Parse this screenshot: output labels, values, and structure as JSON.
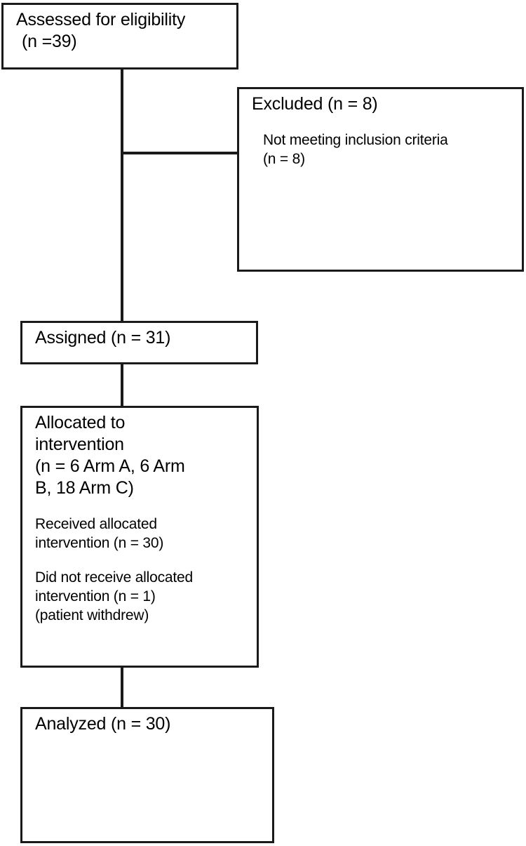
{
  "diagram": {
    "type": "consort-flow-diagram",
    "background_color": "#ffffff",
    "line_color": "#1a1a1a",
    "text_color": "#000000"
  },
  "nodes": {
    "assessed": {
      "name": "Assessed for eligibility",
      "line1": "Assessed for eligibility",
      "line2": "(n =39)",
      "count": 39
    },
    "excluded": {
      "name": "Excluded",
      "header": "Excluded (n = 8)",
      "count": 8,
      "reason_line1": "Not meeting inclusion criteria",
      "reason_line2": "(n = 8)",
      "reason_count": 8
    },
    "assigned": {
      "name": "Assigned",
      "header": "Assigned (n = 31)",
      "count": 31
    },
    "allocated": {
      "name": "Allocated to intervention",
      "header_line1": "Allocated to",
      "header_line2": "intervention",
      "header_line3": "(n = 6 Arm A, 6 Arm",
      "header_line4": "B, 18 Arm C)",
      "arms": [
        {
          "label": "Arm A",
          "n": 6
        },
        {
          "label": "Arm B",
          "n": 6
        },
        {
          "label": "Arm C",
          "n": 18
        }
      ],
      "received_line1": "Received allocated",
      "received_line2": "intervention (n = 30)",
      "received_count": 30,
      "not_received_line1": "Did not receive allocated",
      "not_received_line2": "intervention (n = 1)",
      "not_received_line3": "(patient withdrew)",
      "not_received_count": 1
    },
    "analyzed": {
      "name": "Analyzed",
      "header": "Analyzed (n = 30)",
      "count": 30
    }
  },
  "connectors": [
    {
      "id": "trunk-main",
      "from": "assessed",
      "to": "assigned",
      "orientation": "vertical"
    },
    {
      "id": "branch-excluded",
      "from": "trunk-main",
      "to": "excluded",
      "orientation": "horizontal"
    },
    {
      "id": "assigned-to-allocated",
      "from": "assigned",
      "to": "allocated",
      "orientation": "vertical"
    },
    {
      "id": "allocated-to-analyzed",
      "from": "allocated",
      "to": "analyzed",
      "orientation": "vertical"
    }
  ]
}
